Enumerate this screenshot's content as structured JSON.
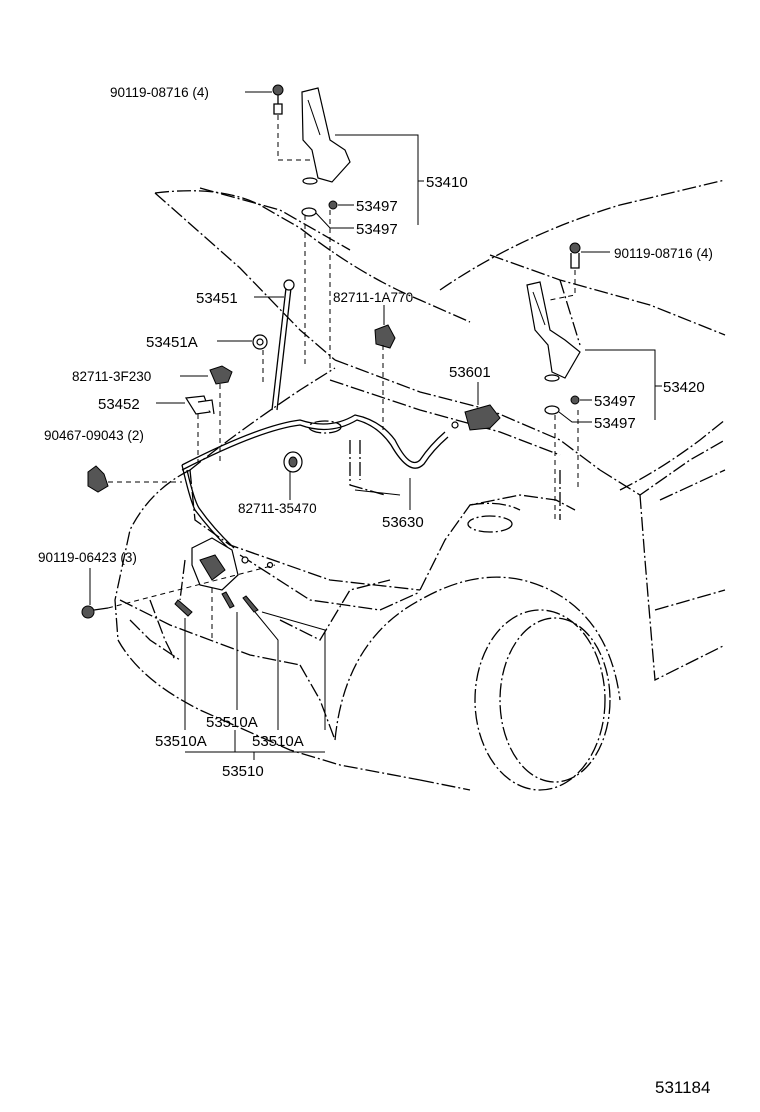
{
  "labels": {
    "bolt_top": "90119-08716 (4)",
    "hinge_left": "53410",
    "washer_l1": "53497",
    "washer_l2": "53497",
    "bolt_right": "90119-08716 (4)",
    "support_rod": "53451",
    "clip_1a770": "82711-1A770",
    "grommet": "53451A",
    "clip_3f230": "82711-3F230",
    "holder": "53452",
    "clip_09043": "90467-09043 (2)",
    "lever": "53601",
    "hinge_right": "53420",
    "washer_r1": "53497",
    "washer_r2": "53497",
    "clip_35470": "82711-35470",
    "cable": "53630",
    "bolt_lock": "90119-06423 (3)",
    "lock_a1": "53510A",
    "lock_a2": "53510A",
    "lock_a3": "53510A",
    "lock_assy": "53510",
    "figure_no": "531184"
  }
}
